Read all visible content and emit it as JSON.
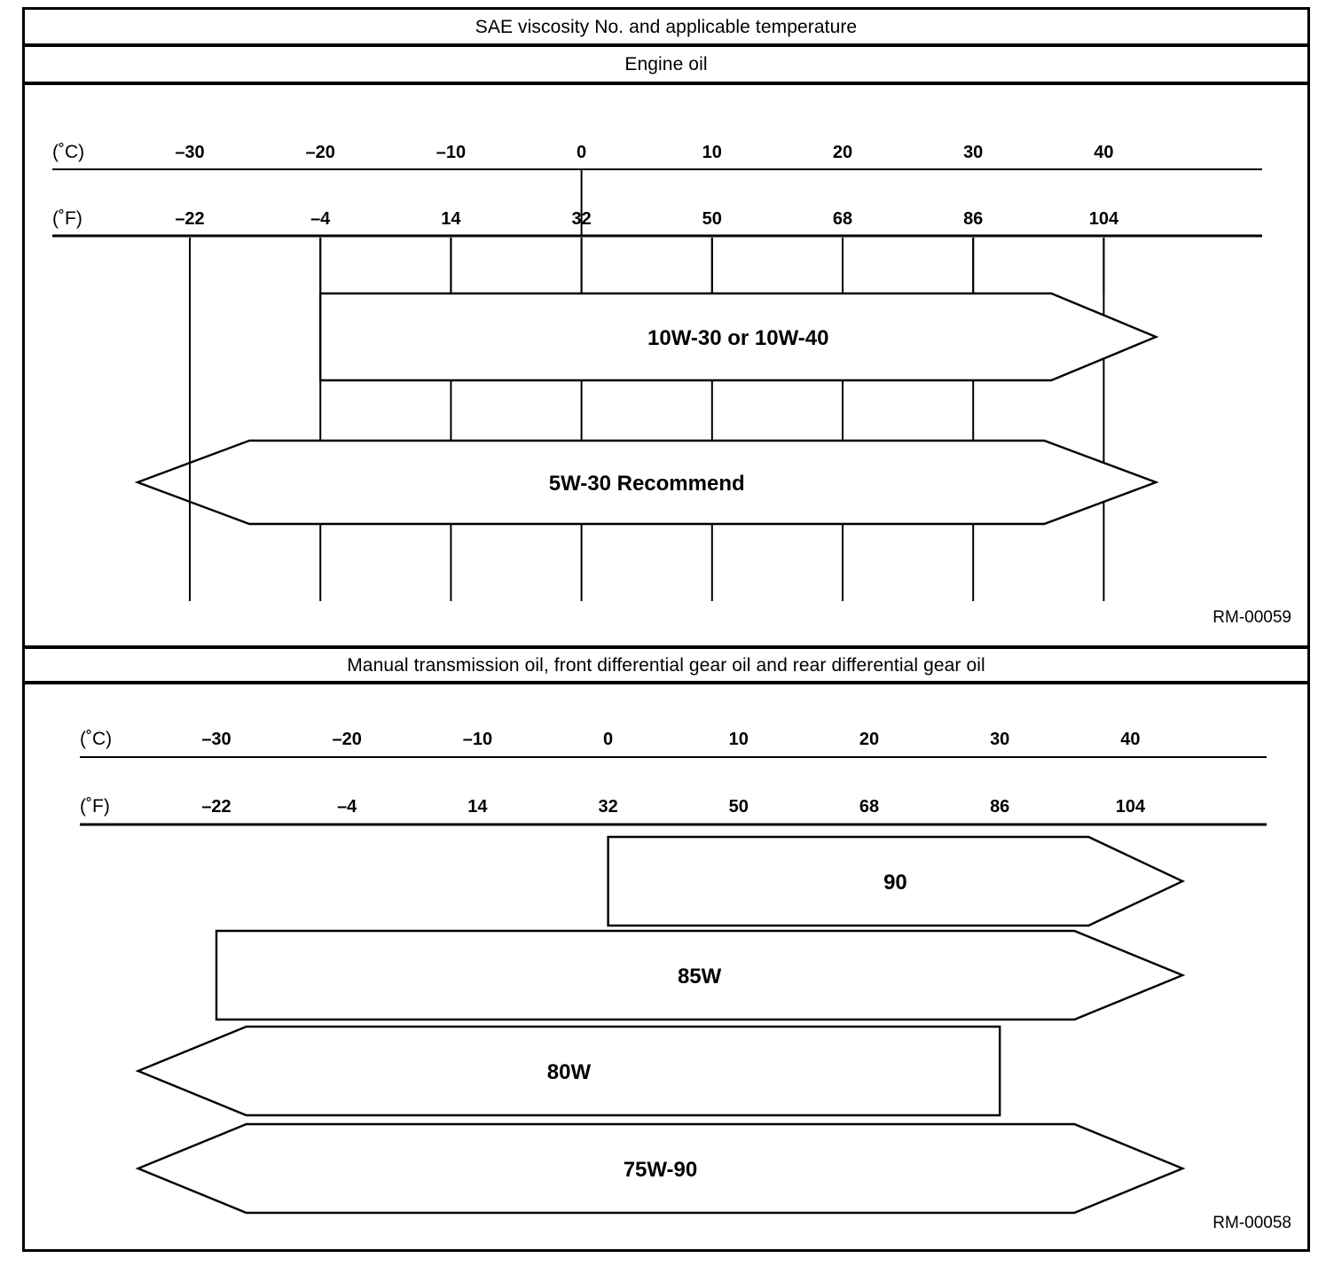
{
  "document": {
    "title": "SAE viscosity No. and applicable temperature"
  },
  "sections": [
    {
      "id": "engine-oil",
      "heading": "Engine oil",
      "reference_code": "RM-00059"
    },
    {
      "id": "gear-oil",
      "heading": "Manual transmission oil, front differential gear oil and rear differential gear oil",
      "reference_code": "RM-00058"
    }
  ],
  "axes": {
    "celsius_label": "(˚C)",
    "fahrenheit_label": "(˚F)",
    "celsius_ticks": [
      "–30",
      "–20",
      "–10",
      "0",
      "10",
      "20",
      "30",
      "40"
    ],
    "fahrenheit_ticks": [
      "–22",
      "–4",
      "14",
      "32",
      "50",
      "68",
      "86",
      "104"
    ]
  },
  "chart_data": [
    {
      "type": "bar",
      "id": "engine-oil",
      "title": "Engine oil",
      "xlabel": "Temperature",
      "x_axes": [
        {
          "unit": "˚C",
          "label": "(˚C)",
          "ticks": [
            -30,
            -20,
            -10,
            0,
            10,
            20,
            30,
            40
          ],
          "tick_labels": [
            "–30",
            "–20",
            "–10",
            "0",
            "10",
            "20",
            "30",
            "40"
          ]
        },
        {
          "unit": "˚F",
          "label": "(˚F)",
          "ticks": [
            -22,
            -4,
            14,
            32,
            50,
            68,
            86,
            104
          ],
          "tick_labels": [
            "–22",
            "–4",
            "14",
            "32",
            "50",
            "68",
            "86",
            "104"
          ]
        }
      ],
      "xlim_c": [
        -38,
        48
      ],
      "grid": true,
      "legend": "none",
      "bars": [
        {
          "label": "10W-30 or 10W-40",
          "range_c": [
            -20,
            44
          ],
          "range_f": [
            -4,
            111
          ],
          "left_cap": "flat",
          "right_cap": "arrow"
        },
        {
          "label": "5W-30 Recommend",
          "range_c": [
            -34,
            44
          ],
          "range_f": [
            -29,
            111
          ],
          "left_cap": "arrow",
          "right_cap": "arrow"
        }
      ]
    },
    {
      "type": "bar",
      "id": "gear-oil",
      "title": "Manual transmission oil, front differential gear oil and rear differential gear oil",
      "xlabel": "Temperature",
      "x_axes": [
        {
          "unit": "˚C",
          "label": "(˚C)",
          "ticks": [
            -30,
            -20,
            -10,
            0,
            10,
            20,
            30,
            40
          ],
          "tick_labels": [
            "–30",
            "–20",
            "–10",
            "0",
            "10",
            "20",
            "30",
            "40"
          ]
        },
        {
          "unit": "˚F",
          "label": "(˚F)",
          "ticks": [
            -22,
            -4,
            14,
            32,
            50,
            68,
            86,
            104
          ],
          "tick_labels": [
            "–22",
            "–4",
            "14",
            "32",
            "50",
            "68",
            "86",
            "104"
          ]
        }
      ],
      "xlim_c": [
        -38,
        48
      ],
      "grid": false,
      "legend": "none",
      "bars": [
        {
          "label": "90",
          "range_c": [
            0,
            44
          ],
          "range_f": [
            32,
            111
          ],
          "left_cap": "flat",
          "right_cap": "arrow"
        },
        {
          "label": "85W",
          "range_c": [
            -30,
            44
          ],
          "range_f": [
            -22,
            111
          ],
          "left_cap": "flat",
          "right_cap": "arrow"
        },
        {
          "label": "80W",
          "range_c": [
            -36,
            30
          ],
          "range_f": [
            -33,
            86
          ],
          "left_cap": "arrow",
          "right_cap": "flat"
        },
        {
          "label": "75W-90",
          "range_c": [
            -36,
            44
          ],
          "range_f": [
            -33,
            111
          ],
          "left_cap": "arrow",
          "right_cap": "arrow"
        }
      ]
    }
  ],
  "colors": {
    "ink": "#000000",
    "background": "#ffffff"
  }
}
